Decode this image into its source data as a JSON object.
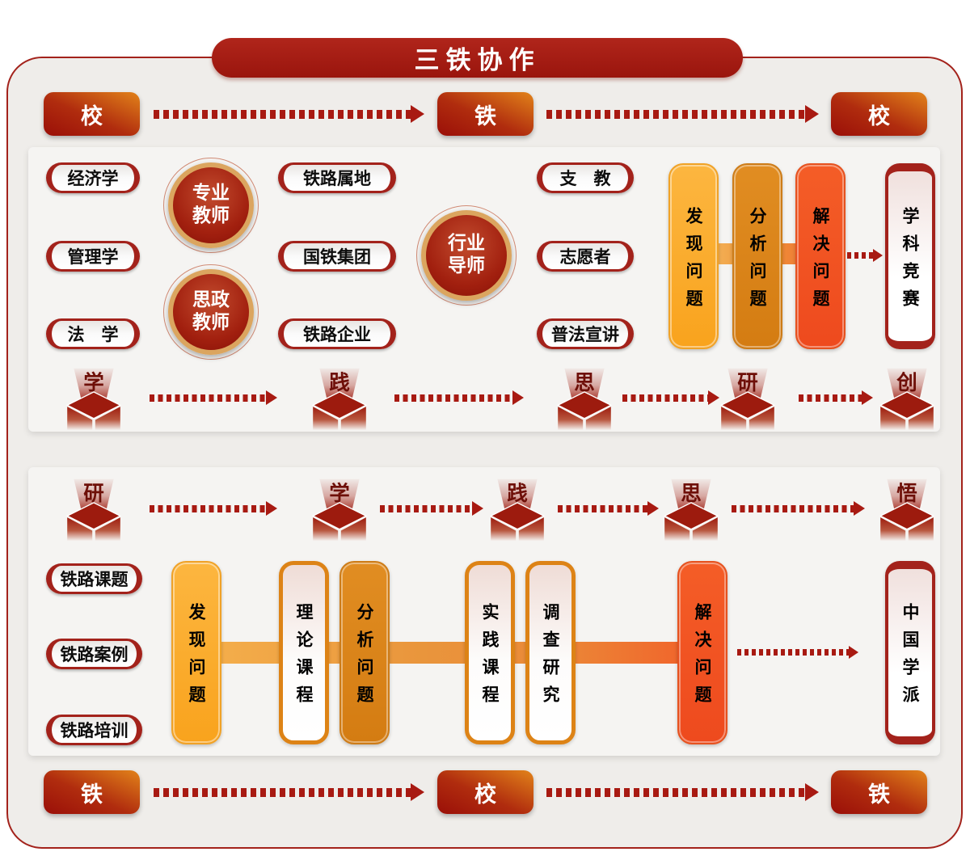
{
  "title": "三铁协作",
  "colors": {
    "dark_red": "#a3221b",
    "amber": "#fbab2c",
    "orange": "#dd8317",
    "vermilion": "#f05123"
  },
  "top_flow": {
    "nodes": [
      "校",
      "铁",
      "校"
    ]
  },
  "bottom_flow": {
    "nodes": [
      "铁",
      "校",
      "铁"
    ]
  },
  "panel1": {
    "disciplines": [
      "经济学",
      "管理学",
      "法　学"
    ],
    "teachers": [
      {
        "l1": "专业",
        "l2": "教师"
      },
      {
        "l1": "思政",
        "l2": "教师"
      }
    ],
    "mentor": {
      "l1": "行业",
      "l2": "导师"
    },
    "orgs": [
      "铁路属地",
      "国铁集团",
      "铁路企业"
    ],
    "services": [
      "支　教",
      "志愿者",
      "普法宣讲"
    ],
    "process": [
      "发现问题",
      "分析问题",
      "解决问题"
    ],
    "outcome": "学科竞赛",
    "steps": [
      "学",
      "践",
      "思",
      "研",
      "创"
    ]
  },
  "panel2": {
    "steps": [
      "研",
      "学",
      "践",
      "思",
      "悟"
    ],
    "resources": [
      "铁路课题",
      "铁路案例",
      "铁路培训"
    ],
    "process": [
      "发现问题",
      "理论课程",
      "分析问题",
      "实践课程",
      "调查研究",
      "解决问题"
    ],
    "outcome": "中国学派"
  }
}
